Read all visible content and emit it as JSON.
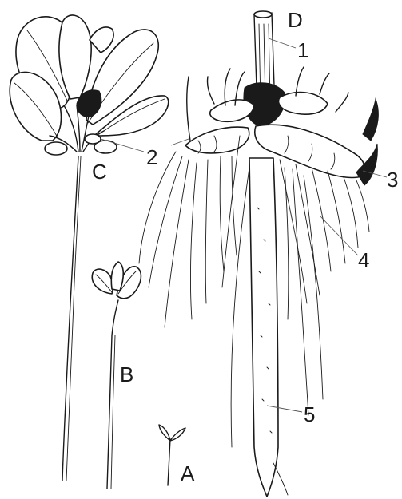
{
  "labels": {
    "stage_a": "A",
    "stage_b": "B",
    "stage_c": "C",
    "stage_d": "D",
    "part_1": "1",
    "part_2": "2",
    "part_3": "3",
    "part_4": "4",
    "part_5": "5"
  }
}
